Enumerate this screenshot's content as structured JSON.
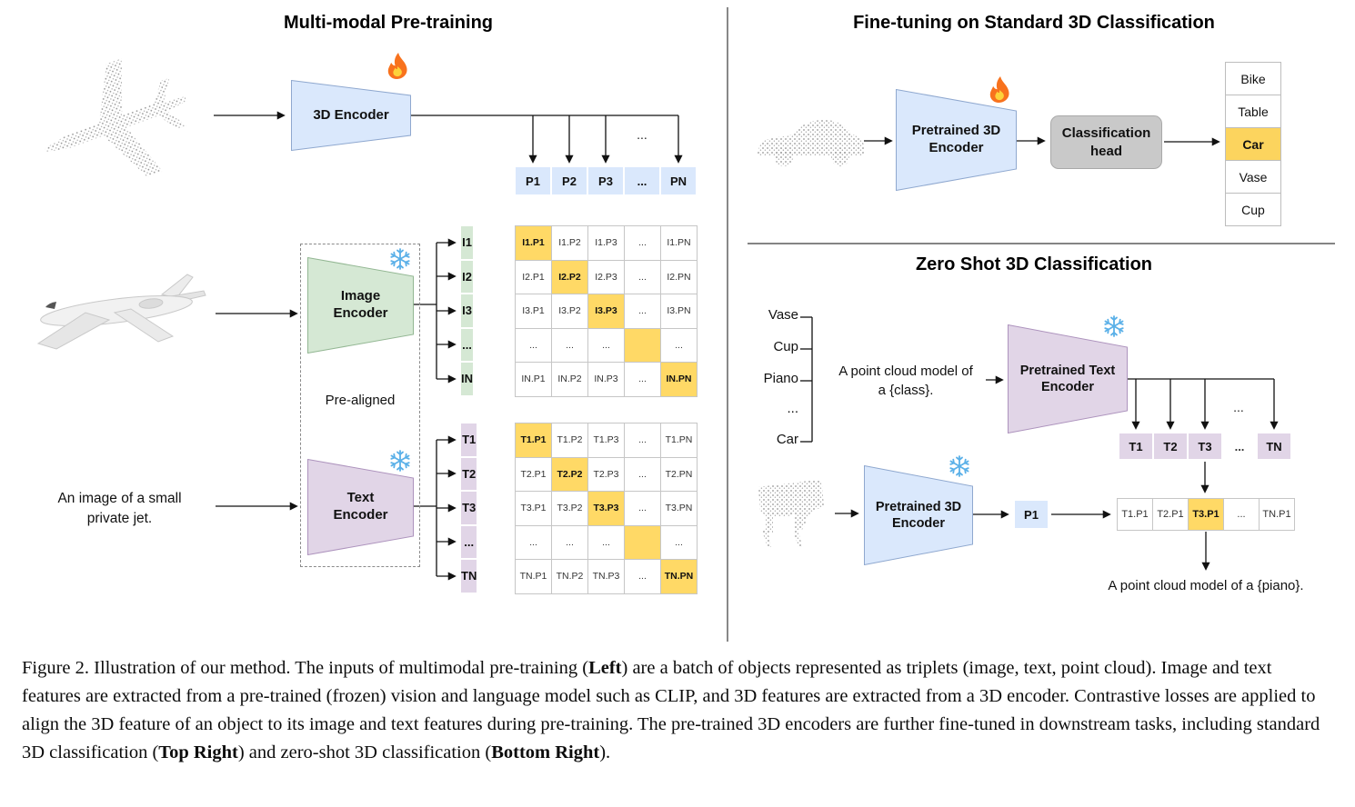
{
  "pretraining": {
    "title": "Multi-modal Pre-training",
    "encoder_3d_label": "3D Encoder",
    "image_encoder_label": "Image\nEncoder",
    "text_encoder_label": "Text\nEncoder",
    "pre_aligned_label": "Pre-aligned",
    "input_text": "An image of a small\nprivate jet.",
    "ellipsis": "...",
    "p_row": [
      "P1",
      "P2",
      "P3",
      "...",
      "PN"
    ],
    "i_col": [
      "I1",
      "I2",
      "I3",
      "...",
      "IN"
    ],
    "t_col": [
      "T1",
      "T2",
      "T3",
      "...",
      "TN"
    ],
    "ip_matrix": [
      [
        "I1.P1",
        "I1.P2",
        "I1.P3",
        "...",
        "I1.PN"
      ],
      [
        "I2.P1",
        "I2.P2",
        "I2.P3",
        "...",
        "I2.PN"
      ],
      [
        "I3.P1",
        "I3.P2",
        "I3.P3",
        "...",
        "I3.PN"
      ],
      [
        "...",
        "...",
        "...",
        "",
        "..."
      ],
      [
        "IN.P1",
        "IN.P2",
        "IN.P3",
        "...",
        "IN.PN"
      ]
    ],
    "tp_matrix": [
      [
        "T1.P1",
        "T1.P2",
        "T1.P3",
        "...",
        "T1.PN"
      ],
      [
        "T2.P1",
        "T2.P2",
        "T2.P3",
        "...",
        "T2.PN"
      ],
      [
        "T3.P1",
        "T3.P2",
        "T3.P3",
        "...",
        "T3.PN"
      ],
      [
        "...",
        "...",
        "...",
        "",
        "..."
      ],
      [
        "TN.P1",
        "TN.P2",
        "TN.P3",
        "...",
        "TN.PN"
      ]
    ]
  },
  "finetune": {
    "title": "Fine-tuning on Standard 3D Classification",
    "encoder_label": "Pretrained 3D\nEncoder",
    "head_label": "Classification\nhead",
    "classes": [
      "Bike",
      "Table",
      "Car",
      "Vase",
      "Cup"
    ],
    "highlighted_class": "Car"
  },
  "zeroshot": {
    "title": "Zero Shot 3D Classification",
    "classes": [
      "Vase",
      "Cup",
      "Piano",
      "...",
      "Car"
    ],
    "prompt_text": "A point cloud model of\na {class}.",
    "text_encoder_label": "Pretrained Text\nEncoder",
    "encoder_3d_label": "Pretrained 3D\nEncoder",
    "t_row": [
      "T1",
      "T2",
      "T3",
      "...",
      "TN"
    ],
    "p_cell": "P1",
    "result_row": [
      "T1.P1",
      "T2.P1",
      "T3.P1",
      "...",
      "TN.P1"
    ],
    "highlighted_result": "T3.P1",
    "output_text": "A point cloud model of a {piano}.",
    "ellipsis": "..."
  },
  "caption": {
    "p1": "Figure 2. Illustration of our method. The inputs of multimodal pre-training (",
    "b1": "Left",
    "p2": ") are a batch of objects represented as triplets (image, text, point cloud). Image and text features are extracted from a pre-trained (frozen) vision and language model such as CLIP, and 3D features are extracted from a 3D encoder. Contrastive losses are applied to align the 3D feature of an object to its image and text features during pre-training. The pre-trained 3D encoders are further fine-tuned in downstream tasks, including standard 3D classification (",
    "b2": "Top Right",
    "p3": ") and zero-shot 3D classification (",
    "b3": "Bottom Right",
    "p4": ")."
  },
  "colors": {
    "blue_fill": "#dae8fc",
    "green_fill": "#d5e8d4",
    "purple_fill": "#e1d5e7",
    "orange_highlight": "#ffd966",
    "class_highlight": "#fcd45e",
    "head_gray": "#c9c9c9"
  }
}
